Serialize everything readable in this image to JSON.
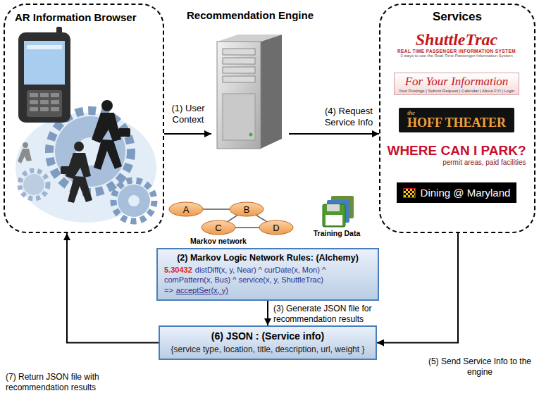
{
  "diagram": {
    "nodes": [
      {
        "text": [
          "AR Information Browser"
        ]
      },
      {
        "text": [
          "Recommendation Engine"
        ]
      },
      {
        "text": [
          "Services"
        ]
      },
      {
        "text": [
          "ShuttleTrac",
          "REAL TIME PASSENGER INFORMATION SYSTEM",
          "3 ways to use the Real-Time Passenger Information System"
        ],
        "in": 2
      },
      {
        "text": [
          "For Your Information",
          "Your Postings | Submit Request | Calendar | About FYI | Login"
        ],
        "in": 2
      },
      {
        "text": [
          "the",
          "HOFF THEATER"
        ],
        "in": 2
      },
      {
        "text": [
          "WHERE CAN I PARK?",
          "permit areas, paid facilities"
        ],
        "in": 2
      },
      {
        "text": [
          "Dining @ Maryland"
        ],
        "in": 2
      },
      {
        "text": [
          "A"
        ]
      },
      {
        "text": [
          "B"
        ]
      },
      {
        "text": [
          "C"
        ]
      },
      {
        "text": [
          "D"
        ]
      },
      {
        "text": [
          "(2) Markov Logic Network Rules: (Alchemy)",
          "5.30432",
          "distDiff(x, y, Near) ^ curDate(x, Mon) ^ comPattern(x, Bus) ^ service(x, y, ShuttleTrac) =>",
          "acceptSer(x, y)"
        ]
      },
      {
        "text": [
          "(6) JSON : (Service info)",
          "{service type, location, title, description, url, weight }"
        ]
      }
    ],
    "edges": [
      {
        "from": 0,
        "to": 1,
        "arrow": "to",
        "label": "(1) User Context"
      },
      {
        "from": 1,
        "to": 2,
        "arrow": "to",
        "label": "(4) Request Service Info"
      },
      {
        "from": 12,
        "to": 13,
        "arrow": "to",
        "label": "(3) Generate JSON file for recommendation results"
      },
      {
        "from": 2,
        "to": 13,
        "arrow": "to",
        "label": "(5) Send Service Info to the engine"
      },
      {
        "from": 13,
        "to": 0,
        "arrow": "to",
        "label": "(7) Return JSON file with recommendation results"
      },
      {
        "from": 8,
        "to": 9,
        "arrow": "none"
      },
      {
        "from": 9,
        "to": 10,
        "arrow": "none"
      },
      {
        "from": 9,
        "to": 11,
        "arrow": "none"
      },
      {
        "from": 10,
        "to": 11,
        "arrow": "none"
      }
    ],
    "labels": [
      "Markov network",
      "Training Data"
    ]
  }
}
